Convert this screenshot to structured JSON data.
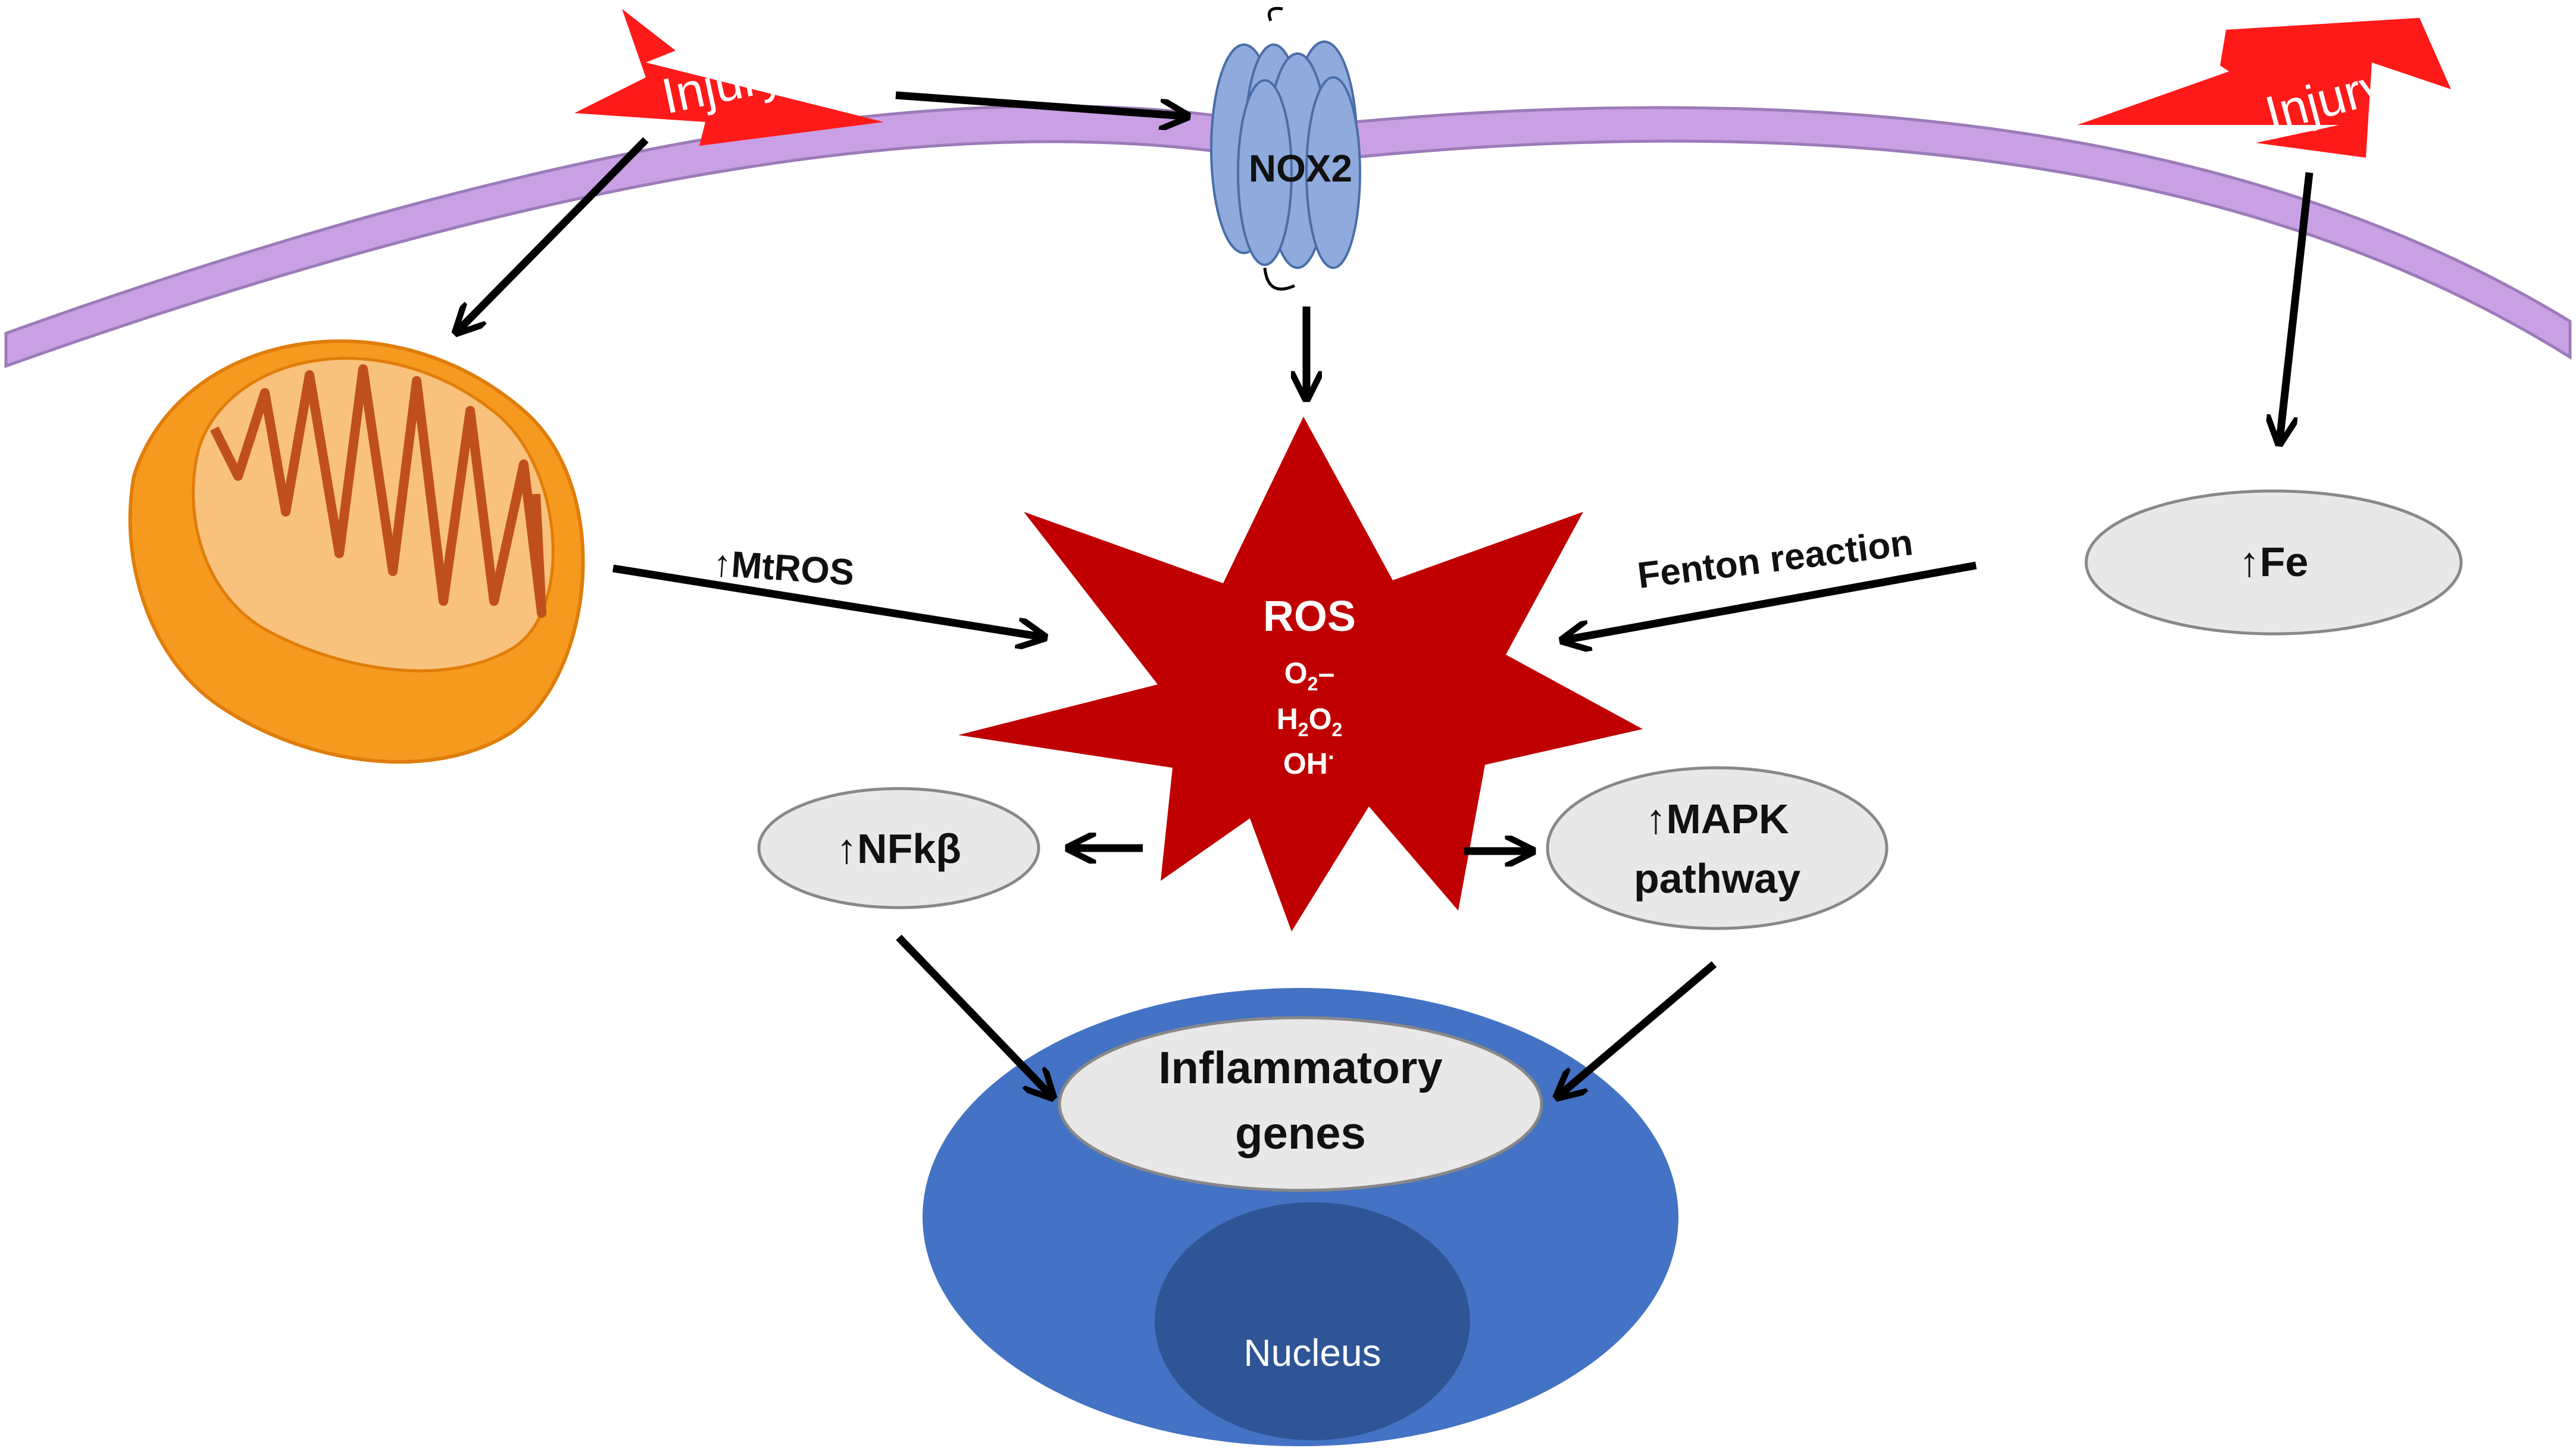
{
  "labels": {
    "injury_left": "Injury",
    "injury_right": "Injury",
    "nox2": "NOX2",
    "mtros_arrow": "↑",
    "mtros": "MtROS",
    "fenton": "Fenton reaction",
    "fe_arrow": "↑",
    "fe": "Fe",
    "ros": "ROS",
    "species_1_base": "O",
    "species_1_sub": "2",
    "species_1_tail": "–",
    "species_2_a": "H",
    "species_2_sub1": "2",
    "species_2_b": "O",
    "species_2_sub2": "2",
    "species_3_base": "OH",
    "species_3_dot": "·",
    "nfkb_arrow": "↑",
    "nfkb": "NFkβ",
    "mapk_arrow": "↑",
    "mapk_line1": "MAPK",
    "mapk_line2": "pathway",
    "inflam_line1": "Inflammatory",
    "inflam_line2": "genes",
    "nucleus": "Nucleus"
  },
  "colors": {
    "membrane": "#c9a0e4",
    "membrane_stroke": "#9b7bb8",
    "injury_bolt": "#ff1a1a",
    "nox2_fill": "#8faadc",
    "nox2_stroke": "#4a6ea8",
    "mito_outer": "#f59a1f",
    "mito_inner": "#f9c27c",
    "mito_cristae": "#c0501b",
    "ros_star": "#c00000",
    "oval_fill": "#e8e8e8",
    "oval_stroke": "#888888",
    "cell_nucleus_outer": "#4472c4",
    "nucleus_inner": "#2f5597",
    "arrow": "#000000"
  }
}
